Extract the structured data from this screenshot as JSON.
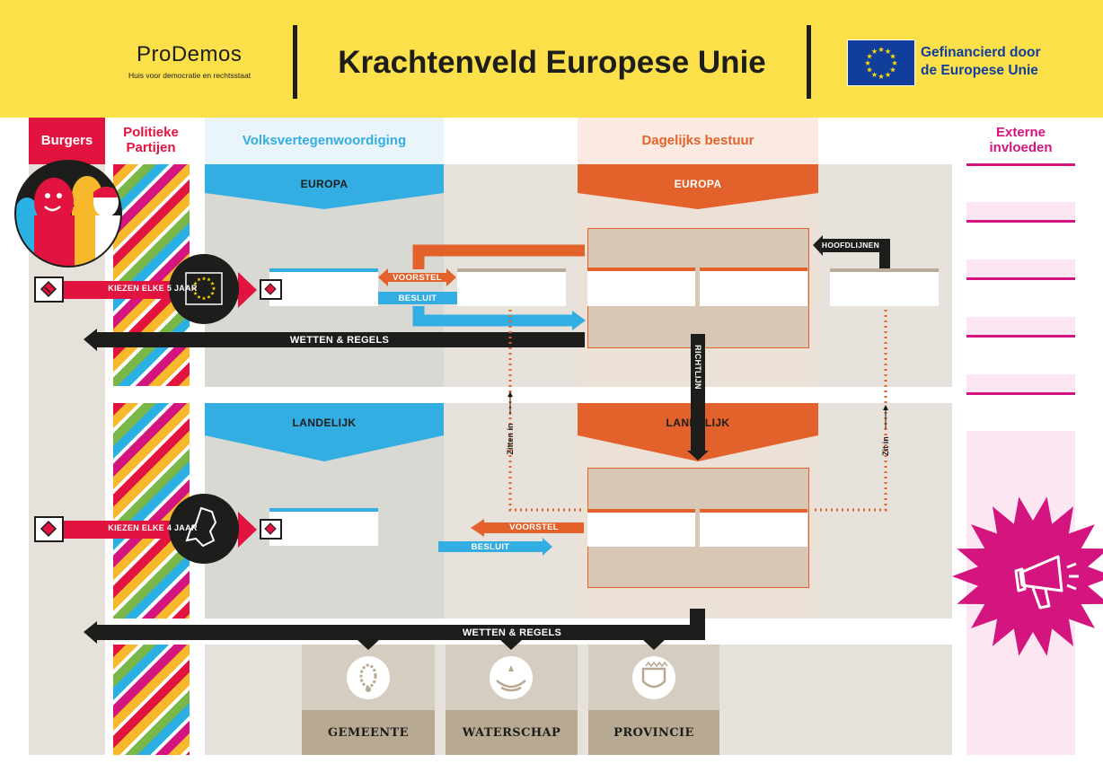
{
  "header": {
    "logo_name": "ProDemos",
    "logo_tagline": "Huis voor democratie en rechtsstaat",
    "title": "Krachtenveld Europese Unie",
    "eu_funding_line1": "Gefinancierd door",
    "eu_funding_line2": "de Europese Unie"
  },
  "columns": {
    "burgers": "Burgers",
    "partijen_line1": "Politieke",
    "partijen_line2": "Partijen",
    "volksvertegenwoordiging": "Volksvertegenwoordiging",
    "dagelijks_bestuur": "Dagelijks bestuur",
    "extern_line1": "Externe",
    "extern_line2": "invloeden"
  },
  "levels": {
    "europa_left": "EUROPA",
    "europa_right": "EUROPA",
    "landelijk_left": "LANDELIJK",
    "landelijk_right": "LANDELIJK"
  },
  "arrows": {
    "kiezen_5": "KIEZEN ELKE 5 JAAR",
    "kiezen_4": "KIEZEN ELKE 4 JAAR",
    "voorstel_eu": "VOORSTEL",
    "besluit_eu": "BESLUIT",
    "voorstel_nl": "VOORSTEL",
    "besluit_nl": "BESLUIT",
    "wetten_eu": "WETTEN & REGELS",
    "wetten_nl": "WETTEN & REGELS",
    "hoofdlijnen": "HOOFDLIJNEN",
    "richtlijn": "RICHTLIJN",
    "zitten_in": "Zitten in",
    "zit_in": "Zit in"
  },
  "decentral": {
    "gemeente": "GEMEENTE",
    "waterschap": "WATERSCHAP",
    "provincie": "PROVINCIE"
  },
  "colors": {
    "yellow": "#fbe04a",
    "red": "#e2133f",
    "blue": "#33aee2",
    "orange": "#e3622b",
    "magenta": "#d4147f",
    "black": "#1d1d1b",
    "sand": "#bbac97"
  },
  "icons": {
    "eu_flag": "eu-flag-icon",
    "netherlands_map": "netherlands-map-icon",
    "ballot": "ballot-icon",
    "megaphone": "megaphone-icon",
    "chain": "chain-icon",
    "water": "water-icon",
    "crest": "crest-icon"
  }
}
